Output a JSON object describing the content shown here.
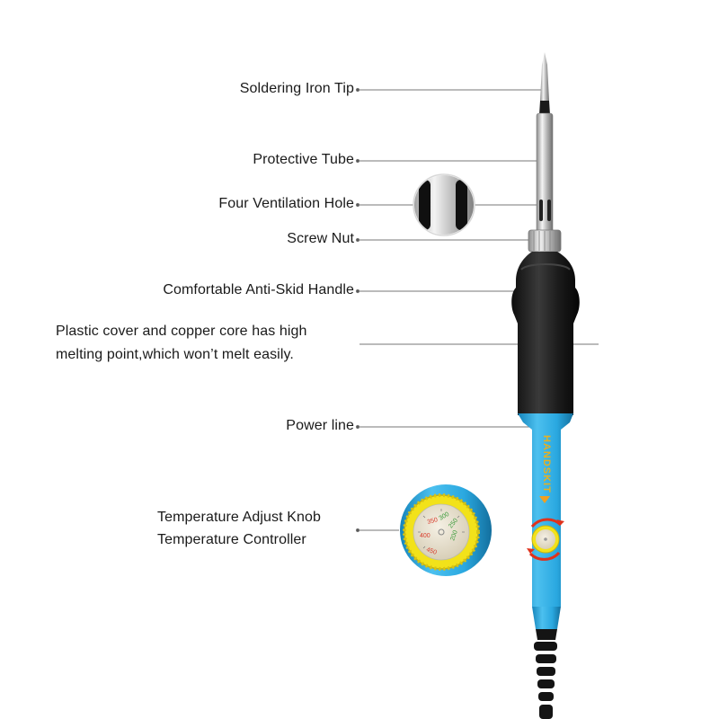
{
  "labels": {
    "tip": "Soldering Iron Tip",
    "tube": "Protective Tube",
    "vent": "Four Ventilation Hole",
    "nut": "Screw Nut",
    "handle": "Comfortable Anti-Skid Handle",
    "cover_line1": "Plastic cover and copper core has high",
    "cover_line2": "melting point,which won’t melt easily.",
    "power": "Power line",
    "knob_line1": "Temperature Adjust Knob",
    "knob_line2": "Temperature Controller"
  },
  "brand_text": "HANDSKIT",
  "knob_scale": [
    "200",
    "250",
    "300",
    "350",
    "400",
    "450"
  ],
  "colors": {
    "body_blue": "#2aa8e0",
    "grip_black": "#1c1c1c",
    "knob_yellow": "#f2e21a",
    "arrow_red": "#e0321c",
    "steel": "#c8c8c8",
    "leader_line": "#666666"
  }
}
